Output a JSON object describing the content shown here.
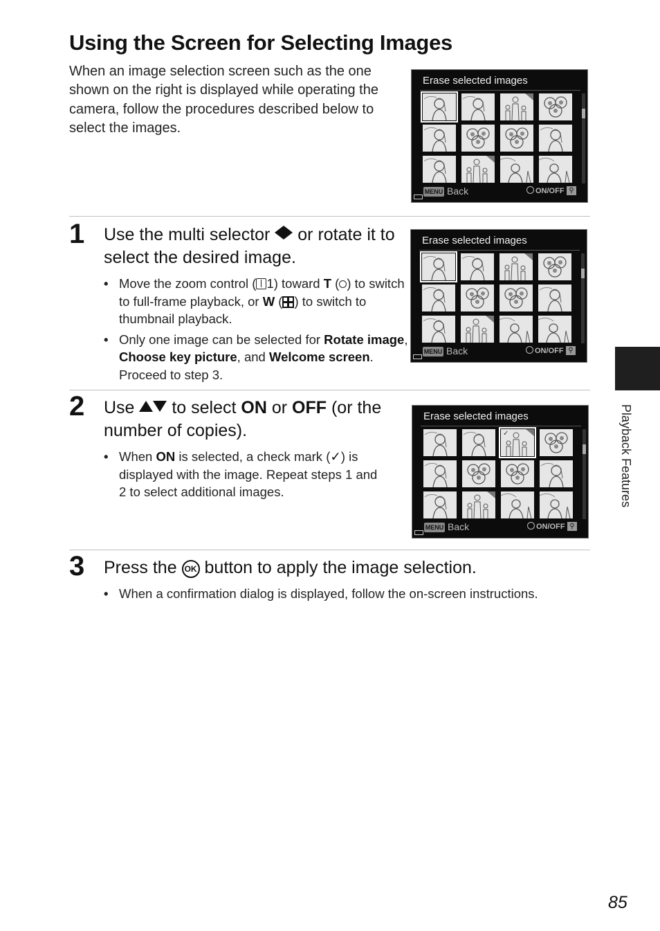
{
  "page": {
    "title": "Using the Screen for Selecting Images",
    "intro": "When an image selection screen such as the one shown on the right is displayed while operating the camera, follow the procedures described below to select the images.",
    "number": "85",
    "side_label": "Playback Features"
  },
  "screen": {
    "title": "Erase selected images",
    "menu_label": "MENU",
    "back_label": "Back",
    "onoff_label": "ON/OFF",
    "check_mark": "✓",
    "icons": [
      "menu-button-icon",
      "multi-selector-icon",
      "zoom-icon",
      "battery-icon"
    ]
  },
  "steps": [
    {
      "number": "1",
      "head_pre": "Use the multi selector ",
      "head_post": " or rotate it to select the desired image.",
      "bullets": [
        {
          "p1": "Move the zoom control (",
          "p2": "1) toward ",
          "b1": "T",
          "p3": " (",
          "p4": ") to switch to full-frame playback, or ",
          "b2": "W",
          "p5": " (",
          "p6": ") to switch to thumbnail playback."
        },
        {
          "p1": "Only one image can be selected for ",
          "b1": "Rotate image",
          "p2": ", ",
          "b2": "Choose key picture",
          "p3": ", and ",
          "b3": "Welcome screen",
          "p4": ". Proceed to step 3."
        }
      ]
    },
    {
      "number": "2",
      "head_pre": "Use ",
      "head_mid": " to select ",
      "on": "ON",
      "or": " or ",
      "off": "OFF",
      "head_post": " (or the number of copies).",
      "bullets": [
        {
          "p1": "When ",
          "b1": "ON",
          "p2": " is selected, a check mark (",
          "check": "✓",
          "p3": ") is displayed with the image. Repeat steps 1 and 2 to select additional images."
        }
      ]
    },
    {
      "number": "3",
      "head_pre": "Press the ",
      "ok": "OK",
      "head_post": " button to apply the image selection.",
      "bullets": [
        {
          "p1": "When a confirmation dialog is displayed, follow the on-screen instructions."
        }
      ]
    }
  ],
  "bullet_char": "•"
}
